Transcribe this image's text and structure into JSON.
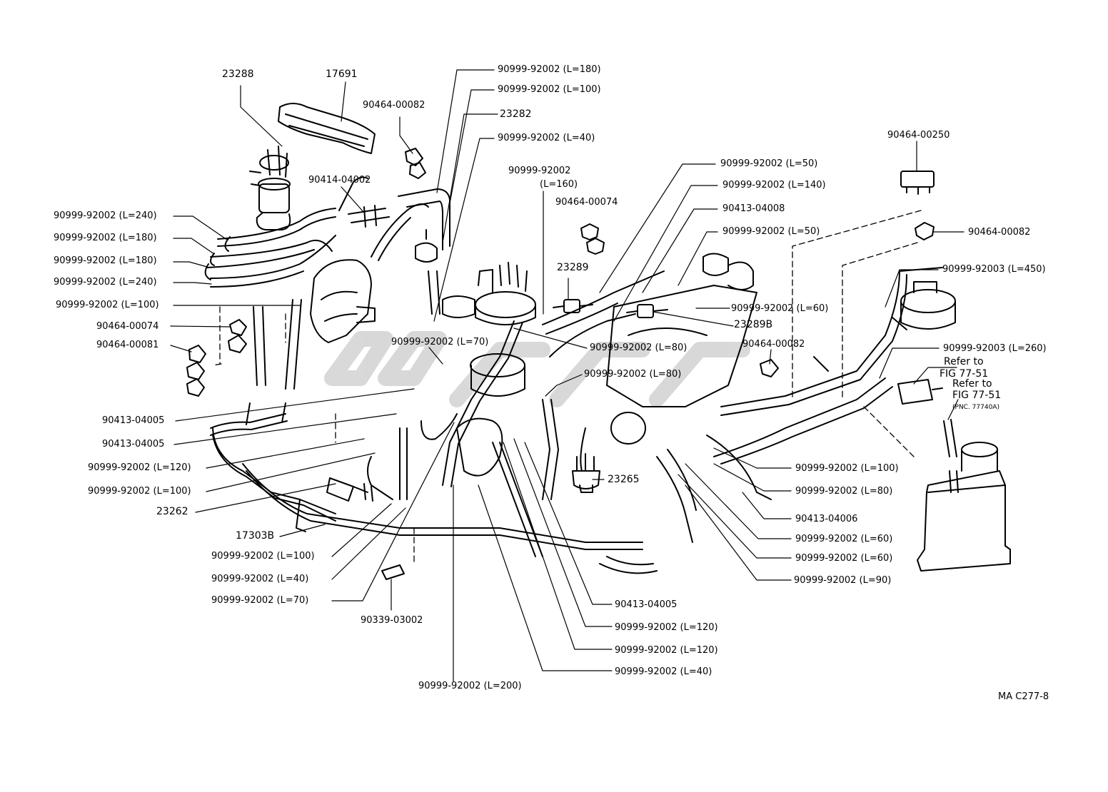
{
  "diagram_code": "MA C277-8",
  "colors": {
    "ink": "#000000",
    "paper": "#ffffff",
    "watermark": "#cfcfcf"
  },
  "labels": {
    "p23288": "23288",
    "p17691": "17691",
    "c90464_00082_a": "90464-00082",
    "c90414_04002": "90414-04002",
    "h240_a": "90999-92002 (L=240)",
    "h180_a": "90999-92002 (L=180)",
    "h180_b": "90999-92002 (L=180)",
    "h240_b": "90999-92002 (L=240)",
    "h100_a": "90999-92002 (L=100)",
    "c90464_00074_a": "90464-00074",
    "c90464_00081": "90464-00081",
    "j90413_04005_a": "90413-04005",
    "j90413_04005_b": "90413-04005",
    "h120_a": "90999-92002 (L=120)",
    "h100_b": "90999-92002 (L=100)",
    "p23262": "23262",
    "p17303B": "17303B",
    "h100_c": "90999-92002 (L=100)",
    "h40_a": "90999-92002 (L=40)",
    "h70_a": "90999-92002 (L=70)",
    "p90339_03002": "90339-03002",
    "h200": "90999-92002 (L=200)",
    "top180": "90999-92002 (L=180)",
    "top100": "90999-92002 (L=100)",
    "p23282": "23282",
    "top40": "90999-92002 (L=40)",
    "h160_line1": "90999-92002",
    "h160_line2": "(L=160)",
    "c90464_00074_b": "90464-00074",
    "p23289": "23289",
    "h70_b": "90999-92002 (L=70)",
    "h80_a": "90999-92002 (L=80)",
    "h80_b": "90999-92002 (L=80)",
    "p23265": "23265",
    "h50_a": "90999-92002 (L=50)",
    "h140": "90999-92002 (L=140)",
    "j90413_04008": "90413-04008",
    "h50_b": "90999-92002 (L=50)",
    "h60_a": "90999-92002 (L=60)",
    "p23289B": "23289B",
    "c90464_00082_b": "90464-00082",
    "c90464_00250": "90464-00250",
    "c90464_00082_c": "90464-00082",
    "h450": "90999-92003 (L=450)",
    "h260": "90999-92003 (L=260)",
    "refer1_a": "Refer to",
    "refer1_b": "FIG 77-51",
    "refer2_a": "Refer to",
    "refer2_b": "FIG 77-51",
    "refer2_c": "(PNC. 77740A)",
    "h100_d": "90999-92002 (L=100)",
    "h80_c": "90999-92002 (L=80)",
    "j90413_04006": "90413-04006",
    "h60_b": "90999-92002 (L=60)",
    "h60_c": "90999-92002 (L=60)",
    "h90": "90999-92002 (L=90)",
    "j90413_04005_c": "90413-04005",
    "h120_b": "90999-92002 (L=120)",
    "h120_c": "90999-92002 (L=120)",
    "h40_b": "90999-92002 (L=40)"
  }
}
